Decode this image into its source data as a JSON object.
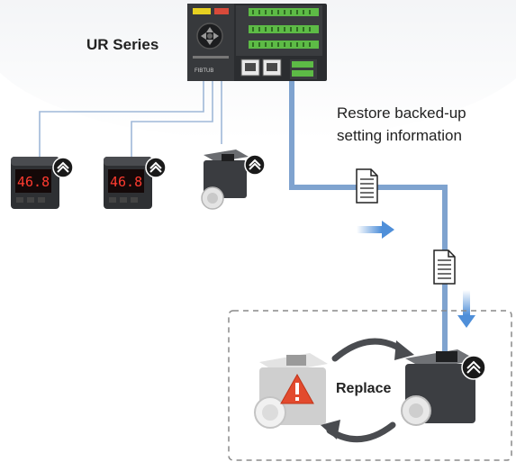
{
  "labels": {
    "controller": "UR Series",
    "restore_line1": "Restore backed-up",
    "restore_line2": "setting information",
    "replace": "Replace"
  },
  "sensors": [
    {
      "type": "digital-pressure-sensor",
      "display": "46.8"
    },
    {
      "type": "digital-pressure-sensor",
      "display": "46.8"
    },
    {
      "type": "compact-sensor"
    }
  ],
  "controller_brand": "FIBTUB",
  "colors": {
    "main_cable": "#7fa3cf",
    "thin_cable": "#9fb8d8",
    "flow_arrow": "#4f8fd9",
    "warning": "#e24a2e",
    "terminal_green": "#5dbb46"
  },
  "icons": [
    "io-link-icon",
    "document-icon",
    "warning-icon",
    "rotate-arrow-icon"
  ]
}
